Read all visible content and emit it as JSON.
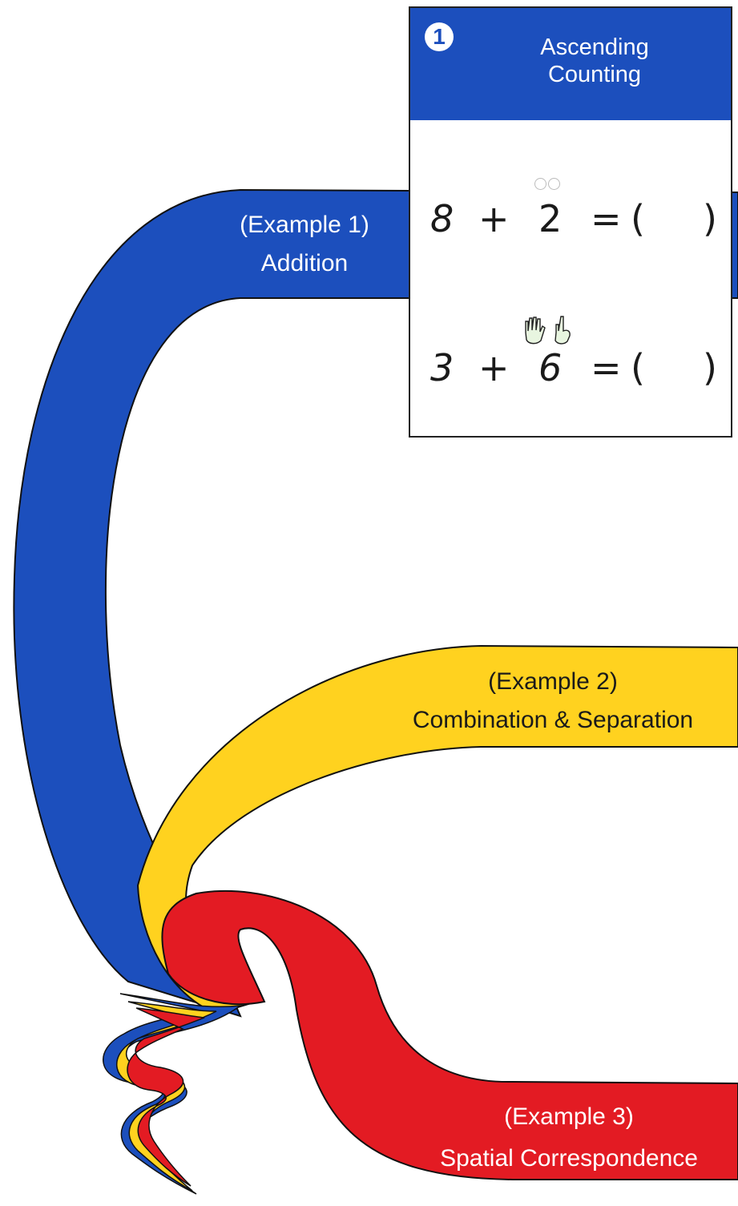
{
  "card": {
    "number": "1",
    "title_line1": "Ascending",
    "title_line2": "Counting",
    "equation1": {
      "a": "8",
      "op": "+",
      "b": "2",
      "eq": "=",
      "open": "(",
      "close": ")"
    },
    "equation2": {
      "a": "3",
      "op": "+",
      "b": "6",
      "eq": "=",
      "open": "(",
      "close": ")"
    }
  },
  "ribbons": [
    {
      "label1": "(Example 1)",
      "label2": "Addition",
      "color": "#1c4fbd"
    },
    {
      "label1": "(Example 2)",
      "label2": "Combination & Separation",
      "color": "#ffd21f"
    },
    {
      "label1": "(Example 3)",
      "label2": "Spatial Correspondence",
      "color": "#e31b23"
    }
  ]
}
